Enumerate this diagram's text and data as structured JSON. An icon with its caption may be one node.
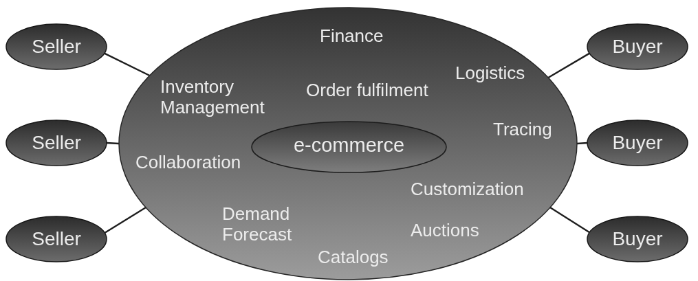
{
  "diagram": {
    "nodes": [
      {
        "text": [
          "Seller"
        ]
      },
      {
        "text": [
          "Seller"
        ]
      },
      {
        "text": [
          "Seller"
        ]
      },
      {
        "text": [
          "Finance",
          "Inventory Management",
          "Order fulfilment",
          "Logistics",
          "Tracing",
          "Collaboration",
          "Customization",
          "Demand Forecast",
          "Auctions",
          "Catalogs"
        ]
      },
      {
        "text": [
          "e-commerce"
        ],
        "in": 3
      },
      {
        "text": [
          "Buyer"
        ]
      },
      {
        "text": [
          "Buyer"
        ]
      },
      {
        "text": [
          "Buyer"
        ]
      }
    ],
    "edges": [
      {
        "from": 0,
        "to": 3,
        "arrow": "none"
      },
      {
        "from": 1,
        "to": 3,
        "arrow": "none"
      },
      {
        "from": 2,
        "to": 3,
        "arrow": "none"
      },
      {
        "from": 3,
        "to": 5,
        "arrow": "none"
      },
      {
        "from": 3,
        "to": 6,
        "arrow": "none"
      },
      {
        "from": 3,
        "to": 7,
        "arrow": "none"
      }
    ]
  }
}
